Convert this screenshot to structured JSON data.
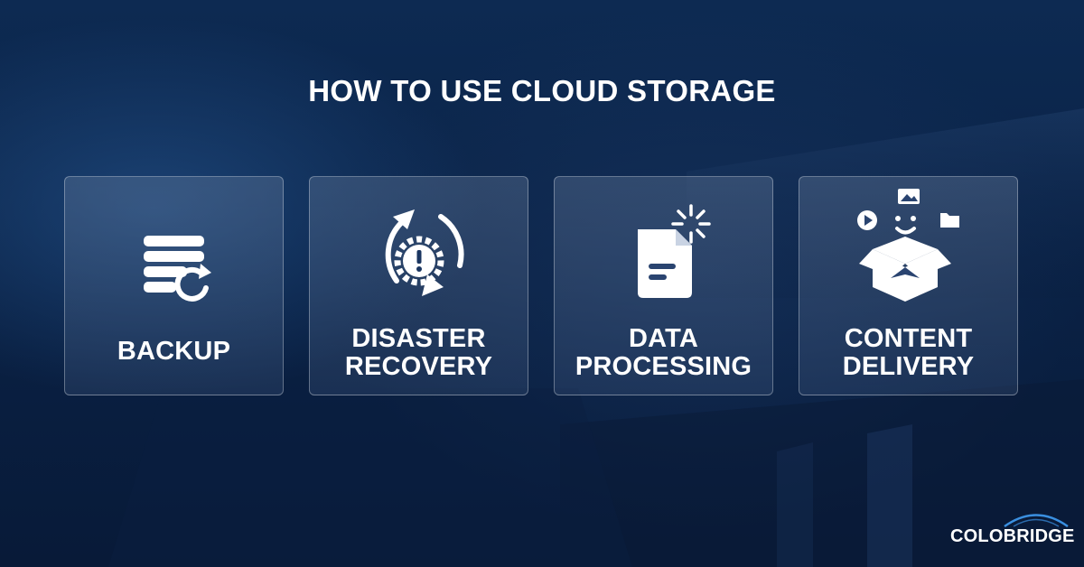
{
  "title": "HOW TO USE CLOUD STORAGE",
  "cards": [
    {
      "label_lines": [
        "BACKUP"
      ],
      "icon": "database-backup-icon"
    },
    {
      "label_lines": [
        "DISASTER",
        "RECOVERY"
      ],
      "icon": "gear-alert-recycle-icon"
    },
    {
      "label_lines": [
        "DATA",
        "PROCESSING"
      ],
      "icon": "document-loading-icon"
    },
    {
      "label_lines": [
        "CONTENT",
        "DELIVERY"
      ],
      "icon": "open-box-media-icon"
    }
  ],
  "logo": {
    "text": "COLOBRIDGE"
  },
  "colors": {
    "background": "#0a2246",
    "text": "#ffffff",
    "logo_arc": "#3a8fe0"
  }
}
